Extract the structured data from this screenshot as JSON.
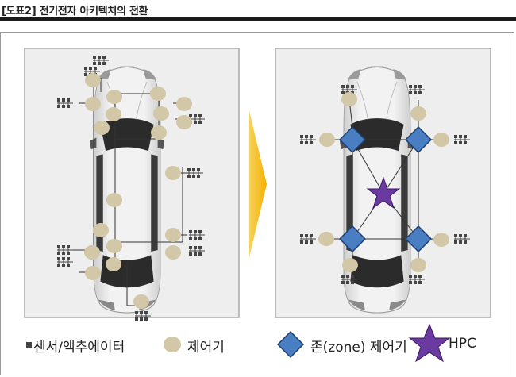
{
  "header": {
    "title": "[도표2] 전기전자 아키텍처의 전환"
  },
  "legend": {
    "sensor_actuator": "센서/액추에이터",
    "controller": "제어기",
    "zone_controller": "존(zone) 제어기",
    "hpc": "HPC"
  },
  "colors": {
    "controller": "#d2c7a6",
    "zone_controller": "#4a7ec2",
    "hpc": "#6a3aa0",
    "arrow": "#f5b60a",
    "panel_bg": "#eeeeee",
    "panel_border": "#a8a8a8",
    "car_body": "#e4e4e4",
    "car_glass": "#2b2b2b"
  }
}
